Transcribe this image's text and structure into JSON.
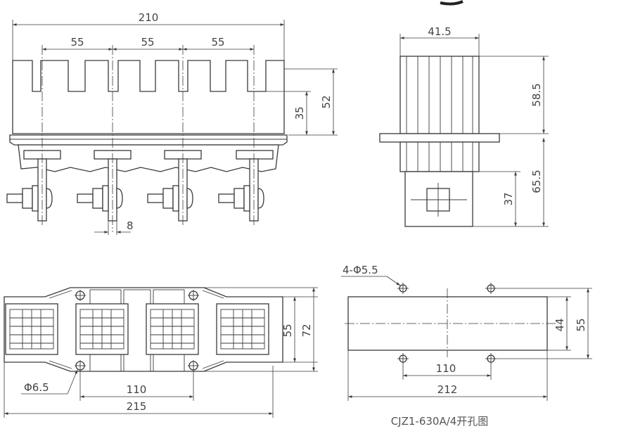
{
  "front_view": {
    "overall_width": "210",
    "pitch_1": "55",
    "pitch_2": "55",
    "pitch_3": "55",
    "slot_depth": "35",
    "finger_height": "52",
    "terminal_width": "8"
  },
  "side_view": {
    "top_width": "41.5",
    "upper_height": "58.5",
    "lower_height": "65.5",
    "coil_height": "37"
  },
  "bottom_view": {
    "mount_pitch_y": "55",
    "overall_depth": "72",
    "mount_pitch_x": "110",
    "overall_length": "215",
    "hole_dia": "Φ6.5"
  },
  "cutout_view": {
    "hole_label": "4-Φ5.5",
    "hole_pitch_x": "110",
    "overall_length": "212",
    "hole_pitch_y": "44",
    "overall_height": "55",
    "caption": "CJZ1-630A/4开孔图"
  }
}
